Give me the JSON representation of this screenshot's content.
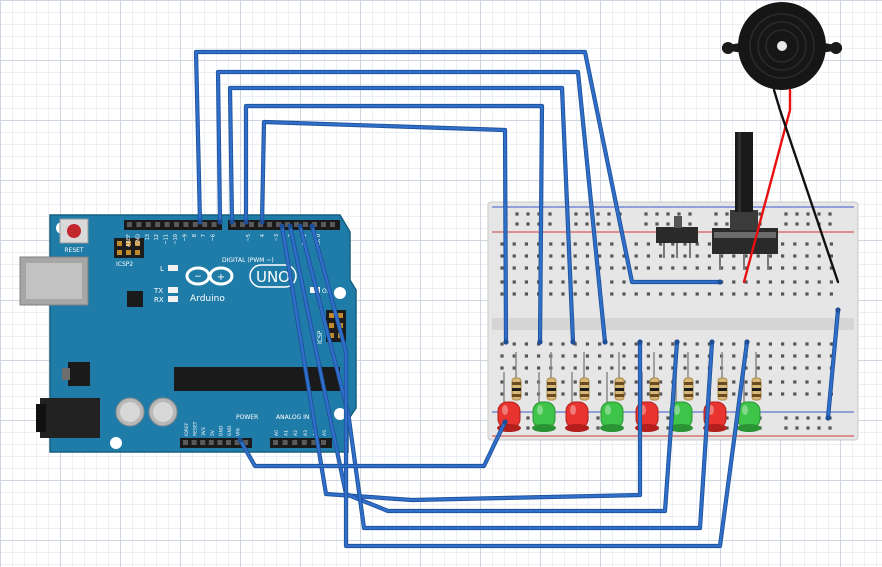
{
  "board": {
    "reset_label": "RESET",
    "icsp2_label": "ICSP2",
    "icsp_label": "ICSP",
    "brand": "Arduino",
    "model": "UNO",
    "digital_label": "DIGITAL (PWM ~)",
    "led_l": "L",
    "led_tx": "TX",
    "led_rx": "RX",
    "led_on": "ON",
    "power_label": "POWER",
    "analog_label": "ANALOG IN",
    "digital_pins": [
      "AREF",
      "GND",
      "13",
      "12",
      "~11",
      "~10",
      "~9",
      "8",
      "7",
      "~6",
      "~5",
      "4",
      "~3",
      "2",
      "TX 1",
      "RX 0"
    ],
    "power_pins": [
      "IOREF",
      "RESET",
      "3V3",
      "5V",
      "GND",
      "GND",
      "VIN"
    ],
    "analog_pins": [
      "A0",
      "A1",
      "A2",
      "A3",
      "A4",
      "A5"
    ]
  },
  "components": {
    "leds": [
      {
        "color": "red"
      },
      {
        "color": "green"
      },
      {
        "color": "red"
      },
      {
        "color": "green"
      },
      {
        "color": "red"
      },
      {
        "color": "green"
      },
      {
        "color": "red"
      },
      {
        "color": "green"
      }
    ],
    "wire_color": "#2f6fc9",
    "buzzer_wire_red": "#e81010",
    "buzzer_wire_black": "#111111"
  }
}
